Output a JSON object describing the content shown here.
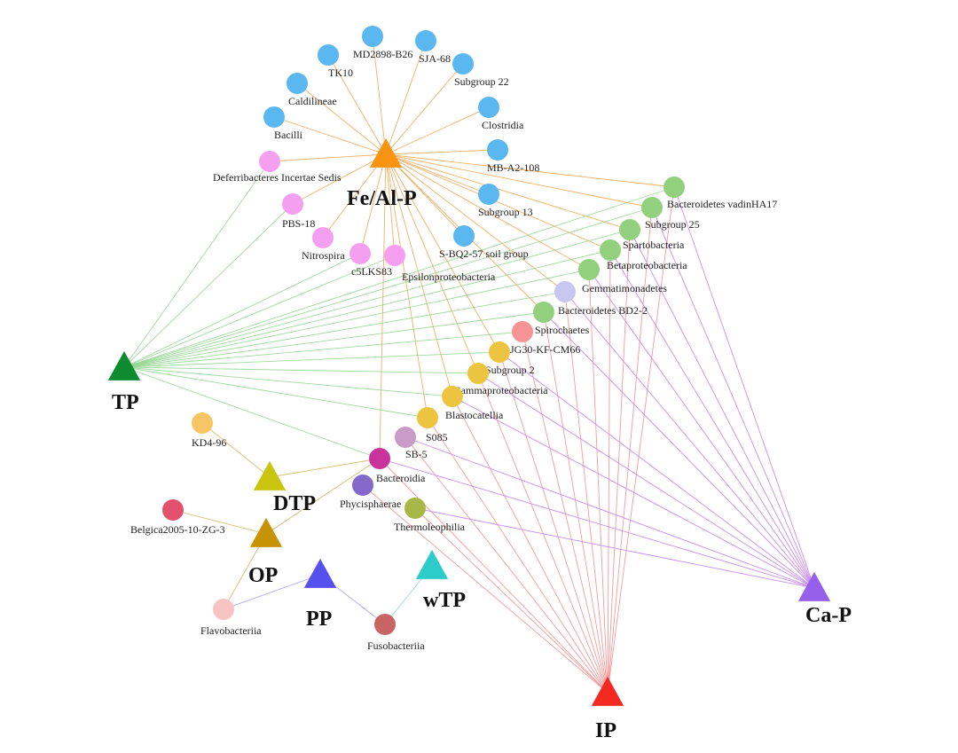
{
  "colors": {
    "blue": "#5bb7ef",
    "pink": "#f59ff0",
    "green": "#93d07e",
    "lavender": "#c9c7f2",
    "salmon": "#f69394",
    "gold": "#edc440",
    "mauve": "#c89cc6",
    "magenta": "#c9339c",
    "violet": "#8469cb",
    "olive": "#a8b846",
    "orange_light": "#f7c566",
    "crimson": "#e3516e",
    "blush": "#f8c3c3",
    "brick": "#c86463",
    "edge_orange": "#f0a24a",
    "edge_green": "#8fd48d",
    "edge_purple": "#c178f0",
    "edge_red": "#f58a8a",
    "edge_olive": "#d4b15a",
    "edge_bluepurple": "#a39af0",
    "edge_teal": "#86d4d0"
  },
  "hubs": [
    {
      "id": "FeAlP",
      "label": "Fe/Al-P",
      "color": "#f89412"
    },
    {
      "id": "TP",
      "label": "TP",
      "color": "#0e8a2f"
    },
    {
      "id": "DTP",
      "label": "DTP",
      "color": "#c9c50e"
    },
    {
      "id": "OP",
      "label": "OP",
      "color": "#c79205"
    },
    {
      "id": "PP",
      "label": "PP",
      "color": "#5651ee"
    },
    {
      "id": "wTP",
      "label": "wTP",
      "color": "#2ecbcb"
    },
    {
      "id": "CaP",
      "label": "Ca-P",
      "color": "#9760ec"
    },
    {
      "id": "IP",
      "label": "IP",
      "color": "#f32a22"
    }
  ],
  "nodes": [
    {
      "id": "MD2898",
      "label": "MD2898-B26",
      "color": "blue"
    },
    {
      "id": "SJA68",
      "label": "SJA-68",
      "color": "blue"
    },
    {
      "id": "TK10",
      "label": "TK10",
      "color": "blue"
    },
    {
      "id": "Subgroup22",
      "label": "Subgroup 22",
      "color": "blue"
    },
    {
      "id": "Caldilineae",
      "label": "Caldilineae",
      "color": "blue"
    },
    {
      "id": "Clostridia",
      "label": "Clostridia",
      "color": "blue"
    },
    {
      "id": "Bacilli",
      "label": "Bacilli",
      "color": "blue"
    },
    {
      "id": "MBA2108",
      "label": "MB-A2-108",
      "color": "blue"
    },
    {
      "id": "Subgroup13",
      "label": "Subgroup 13",
      "color": "blue"
    },
    {
      "id": "SBQ257",
      "label": "S-BQ2-57 soil group",
      "color": "blue"
    },
    {
      "id": "Deferribacteres",
      "label": "Deferribacteres Incertae Sedis",
      "color": "pink"
    },
    {
      "id": "PBS18",
      "label": "PBS-18",
      "color": "pink"
    },
    {
      "id": "Nitrospira",
      "label": "Nitrospira",
      "color": "pink"
    },
    {
      "id": "c5LKS83",
      "label": "c5LKS83",
      "color": "pink"
    },
    {
      "id": "Epsilon",
      "label": "Epsilonproteobacteria",
      "color": "pink"
    },
    {
      "id": "BactVadin",
      "label": "Bacteroidetes vadinHA17",
      "color": "green"
    },
    {
      "id": "Subgroup25",
      "label": "Subgroup 25",
      "color": "green"
    },
    {
      "id": "Spartobacteria",
      "label": "Spartobacteria",
      "color": "green"
    },
    {
      "id": "Betaproteo",
      "label": "Betaproteobacteria",
      "color": "green"
    },
    {
      "id": "Gemmatimonadetes",
      "label": "Gemmatimonadetes",
      "color": "green"
    },
    {
      "id": "BactBD22",
      "label": "Bacteroidetes BD2-2",
      "color": "lavender"
    },
    {
      "id": "Spirochaetes",
      "label": "Spirochaetes",
      "color": "green"
    },
    {
      "id": "JG30",
      "label": "JG30-KF-CM66",
      "color": "salmon"
    },
    {
      "id": "Subgroup2",
      "label": "Subgroup 2",
      "color": "gold"
    },
    {
      "id": "Gammaproteo",
      "label": "Gammaproteobacteria",
      "color": "gold"
    },
    {
      "id": "Blastocatellia",
      "label": "Blastocatellia",
      "color": "gold"
    },
    {
      "id": "S085",
      "label": "S085",
      "color": "gold"
    },
    {
      "id": "SB5",
      "label": "SB-5",
      "color": "mauve"
    },
    {
      "id": "KD496",
      "label": "KD4-96",
      "color": "orange_light"
    },
    {
      "id": "Bacteroidia",
      "label": "Bacteroidia",
      "color": "magenta"
    },
    {
      "id": "Phycisphaerae",
      "label": "Phycisphaerae",
      "color": "violet"
    },
    {
      "id": "Thermoleophilia",
      "label": "Thermoleophilia",
      "color": "olive"
    },
    {
      "id": "Belgica",
      "label": "Belgica2005-10-ZG-3",
      "color": "crimson"
    },
    {
      "id": "Flavobacteriia",
      "label": "Flavobacteriia",
      "color": "blush"
    },
    {
      "id": "Fusobacteriia",
      "label": "Fusobacteriia",
      "color": "brick"
    }
  ],
  "edges": [
    {
      "from": "FeAlP",
      "to": "MD2898",
      "color": "edge_orange"
    },
    {
      "from": "FeAlP",
      "to": "SJA68",
      "color": "edge_orange"
    },
    {
      "from": "FeAlP",
      "to": "TK10",
      "color": "edge_orange"
    },
    {
      "from": "FeAlP",
      "to": "Subgroup22",
      "color": "edge_orange"
    },
    {
      "from": "FeAlP",
      "to": "Caldilineae",
      "color": "edge_orange"
    },
    {
      "from": "FeAlP",
      "to": "Clostridia",
      "color": "edge_orange"
    },
    {
      "from": "FeAlP",
      "to": "Bacilli",
      "color": "edge_orange"
    },
    {
      "from": "FeAlP",
      "to": "MBA2108",
      "color": "edge_orange"
    },
    {
      "from": "FeAlP",
      "to": "Subgroup13",
      "color": "edge_orange"
    },
    {
      "from": "FeAlP",
      "to": "SBQ257",
      "color": "edge_orange"
    },
    {
      "from": "FeAlP",
      "to": "Deferribacteres",
      "color": "edge_orange"
    },
    {
      "from": "FeAlP",
      "to": "PBS18",
      "color": "edge_orange"
    },
    {
      "from": "FeAlP",
      "to": "Nitrospira",
      "color": "edge_orange"
    },
    {
      "from": "FeAlP",
      "to": "c5LKS83",
      "color": "edge_orange"
    },
    {
      "from": "FeAlP",
      "to": "Epsilon",
      "color": "edge_orange"
    },
    {
      "from": "FeAlP",
      "to": "BactVadin",
      "color": "edge_orange"
    },
    {
      "from": "FeAlP",
      "to": "Subgroup25",
      "color": "edge_orange"
    },
    {
      "from": "FeAlP",
      "to": "Spartobacteria",
      "color": "edge_orange"
    },
    {
      "from": "FeAlP",
      "to": "Betaproteo",
      "color": "edge_orange"
    },
    {
      "from": "FeAlP",
      "to": "Gemmatimonadetes",
      "color": "edge_orange"
    },
    {
      "from": "FeAlP",
      "to": "BactBD22",
      "color": "edge_orange"
    },
    {
      "from": "FeAlP",
      "to": "Spirochaetes",
      "color": "edge_orange"
    },
    {
      "from": "FeAlP",
      "to": "Subgroup2",
      "color": "edge_orange"
    },
    {
      "from": "FeAlP",
      "to": "Gammaproteo",
      "color": "edge_orange"
    },
    {
      "from": "FeAlP",
      "to": "Blastocatellia",
      "color": "edge_orange"
    },
    {
      "from": "FeAlP",
      "to": "S085",
      "color": "edge_orange"
    },
    {
      "from": "FeAlP",
      "to": "Bacteroidia",
      "color": "edge_orange"
    },
    {
      "from": "TP",
      "to": "Deferribacteres",
      "color": "edge_green"
    },
    {
      "from": "TP",
      "to": "PBS18",
      "color": "edge_green"
    },
    {
      "from": "TP",
      "to": "c5LKS83",
      "color": "edge_green"
    },
    {
      "from": "TP",
      "to": "Epsilon",
      "color": "edge_green"
    },
    {
      "from": "TP",
      "to": "BactVadin",
      "color": "edge_green"
    },
    {
      "from": "TP",
      "to": "Subgroup25",
      "color": "edge_green"
    },
    {
      "from": "TP",
      "to": "Spartobacteria",
      "color": "edge_green"
    },
    {
      "from": "TP",
      "to": "Betaproteo",
      "color": "edge_green"
    },
    {
      "from": "TP",
      "to": "Gemmatimonadetes",
      "color": "edge_green"
    },
    {
      "from": "TP",
      "to": "BactBD22",
      "color": "edge_green"
    },
    {
      "from": "TP",
      "to": "Spirochaetes",
      "color": "edge_green"
    },
    {
      "from": "TP",
      "to": "JG30",
      "color": "edge_green"
    },
    {
      "from": "TP",
      "to": "Subgroup2",
      "color": "edge_green"
    },
    {
      "from": "TP",
      "to": "Gammaproteo",
      "color": "edge_green"
    },
    {
      "from": "TP",
      "to": "Blastocatellia",
      "color": "edge_green"
    },
    {
      "from": "TP",
      "to": "S085",
      "color": "edge_green"
    },
    {
      "from": "TP",
      "to": "Bacteroidia",
      "color": "edge_green"
    },
    {
      "from": "CaP",
      "to": "BactVadin",
      "color": "edge_purple"
    },
    {
      "from": "CaP",
      "to": "Subgroup25",
      "color": "edge_purple"
    },
    {
      "from": "CaP",
      "to": "Spartobacteria",
      "color": "edge_purple"
    },
    {
      "from": "CaP",
      "to": "Betaproteo",
      "color": "edge_purple"
    },
    {
      "from": "CaP",
      "to": "Gemmatimonadetes",
      "color": "edge_purple"
    },
    {
      "from": "CaP",
      "to": "BactBD22",
      "color": "edge_purple"
    },
    {
      "from": "CaP",
      "to": "Spirochaetes",
      "color": "edge_purple"
    },
    {
      "from": "CaP",
      "to": "Subgroup2",
      "color": "edge_purple"
    },
    {
      "from": "CaP",
      "to": "Gammaproteo",
      "color": "edge_purple"
    },
    {
      "from": "CaP",
      "to": "Blastocatellia",
      "color": "edge_purple"
    },
    {
      "from": "CaP",
      "to": "SB5",
      "color": "edge_purple"
    },
    {
      "from": "CaP",
      "to": "Bacteroidia",
      "color": "edge_purple"
    },
    {
      "from": "CaP",
      "to": "Thermoleophilia",
      "color": "edge_purple"
    },
    {
      "from": "IP",
      "to": "BactVadin",
      "color": "edge_red"
    },
    {
      "from": "IP",
      "to": "Subgroup25",
      "color": "edge_red"
    },
    {
      "from": "IP",
      "to": "Spartobacteria",
      "color": "edge_red"
    },
    {
      "from": "IP",
      "to": "Betaproteo",
      "color": "edge_red"
    },
    {
      "from": "IP",
      "to": "Gemmatimonadetes",
      "color": "edge_red"
    },
    {
      "from": "IP",
      "to": "BactBD22",
      "color": "edge_red"
    },
    {
      "from": "IP",
      "to": "Spirochaetes",
      "color": "edge_red"
    },
    {
      "from": "IP",
      "to": "JG30",
      "color": "edge_red"
    },
    {
      "from": "IP",
      "to": "Subgroup2",
      "color": "edge_red"
    },
    {
      "from": "IP",
      "to": "Gammaproteo",
      "color": "edge_red"
    },
    {
      "from": "IP",
      "to": "Blastocatellia",
      "color": "edge_red"
    },
    {
      "from": "IP",
      "to": "S085",
      "color": "edge_red"
    },
    {
      "from": "IP",
      "to": "SB5",
      "color": "edge_red"
    },
    {
      "from": "IP",
      "to": "Bacteroidia",
      "color": "edge_red"
    },
    {
      "from": "IP",
      "to": "Phycisphaerae",
      "color": "edge_red"
    },
    {
      "from": "IP",
      "to": "Thermoleophilia",
      "color": "edge_red"
    },
    {
      "from": "DTP",
      "to": "KD496",
      "color": "edge_olive"
    },
    {
      "from": "DTP",
      "to": "Bacteroidia",
      "color": "edge_olive"
    },
    {
      "from": "OP",
      "to": "Belgica",
      "color": "edge_olive"
    },
    {
      "from": "OP",
      "to": "Bacteroidia",
      "color": "edge_olive"
    },
    {
      "from": "OP",
      "to": "Flavobacteriia",
      "color": "edge_olive"
    },
    {
      "from": "PP",
      "to": "Flavobacteriia",
      "color": "edge_bluepurple"
    },
    {
      "from": "PP",
      "to": "Fusobacteriia",
      "color": "edge_bluepurple"
    },
    {
      "from": "wTP",
      "to": "Fusobacteriia",
      "color": "edge_teal"
    }
  ]
}
